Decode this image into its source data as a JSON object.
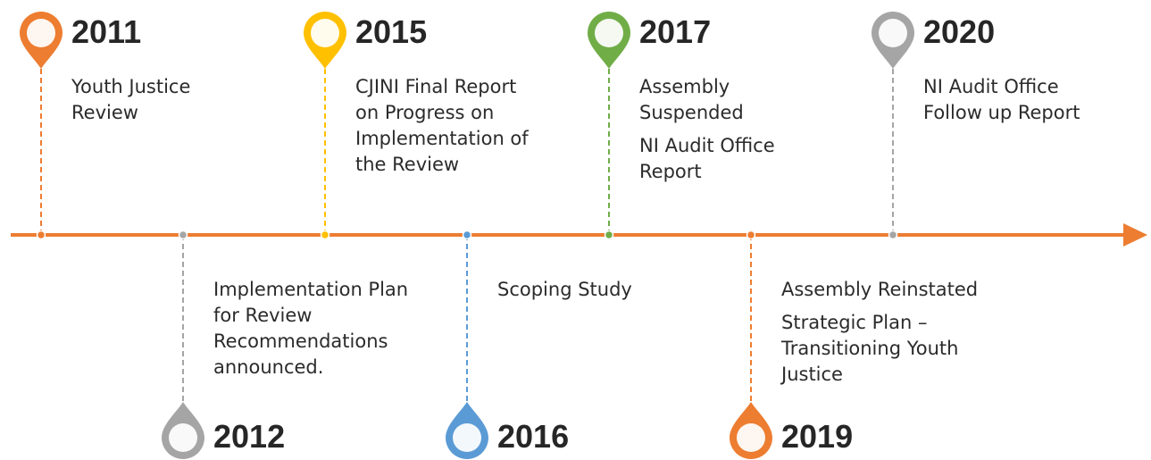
{
  "colors": {
    "axis": "#ED7D31",
    "orange": "#ED7D31",
    "yellow": "#FFC000",
    "green": "#70AD47",
    "gray": "#A5A5A5",
    "blue": "#5B9BD5"
  },
  "milestones": [
    {
      "year": "2011",
      "color": "orange",
      "position": "top",
      "lines": [
        "Youth Justice",
        "Review"
      ],
      "lines2": []
    },
    {
      "year": "2012",
      "color": "gray",
      "position": "bottom",
      "lines": [
        "Implementation Plan",
        "for Review",
        "Recommendations",
        "announced."
      ],
      "lines2": []
    },
    {
      "year": "2015",
      "color": "yellow",
      "position": "top",
      "lines": [
        "CJINI Final Report",
        "on Progress on",
        "Implementation of",
        "the Review"
      ],
      "lines2": []
    },
    {
      "year": "2016",
      "color": "blue",
      "position": "bottom",
      "lines": [
        "Scoping Study"
      ],
      "lines2": []
    },
    {
      "year": "2017",
      "color": "green",
      "position": "top",
      "lines": [
        "Assembly",
        "Suspended"
      ],
      "lines2": [
        "NI Audit Office",
        "Report"
      ]
    },
    {
      "year": "2019",
      "color": "orange",
      "position": "bottom",
      "lines": [
        "Assembly Reinstated"
      ],
      "lines2": [
        "Strategic Plan –",
        "Transitioning Youth",
        "Justice"
      ]
    },
    {
      "year": "2020",
      "color": "gray",
      "position": "top",
      "lines": [
        "NI Audit Office",
        "Follow up Report"
      ],
      "lines2": []
    }
  ]
}
